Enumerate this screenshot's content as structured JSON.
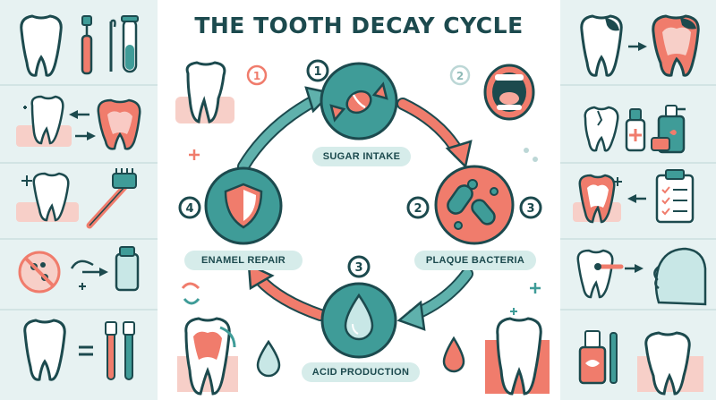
{
  "title": "THE TOOTH DECAY CYCLE",
  "stages": [
    {
      "number": "1",
      "label": "SUGAR INTAKE"
    },
    {
      "number": "2",
      "label": "PLAQUE BACTERIA"
    },
    {
      "number": "3",
      "label": "ACID PRODUCTION"
    },
    {
      "number": "4",
      "label": "ENAMEL REPAIR"
    }
  ],
  "side_numbers": {
    "tooth": "1",
    "mouth": "2",
    "bacteria_right": "3"
  },
  "colors": {
    "teal": "#3f9c98",
    "coral": "#f07c6c",
    "navy": "#1c4a4e",
    "pale": "#e7f2f2",
    "badge": "#d6ecea"
  },
  "icons": [
    "tooth-icon",
    "candy-icon",
    "open-mouth-icon",
    "bacteria-icon",
    "water-drop-icon",
    "shield-icon",
    "toothbrush-icon",
    "toothpaste-icon",
    "dropper-icon",
    "clipboard-icon",
    "person-head-icon",
    "no-bacteria-icon"
  ]
}
